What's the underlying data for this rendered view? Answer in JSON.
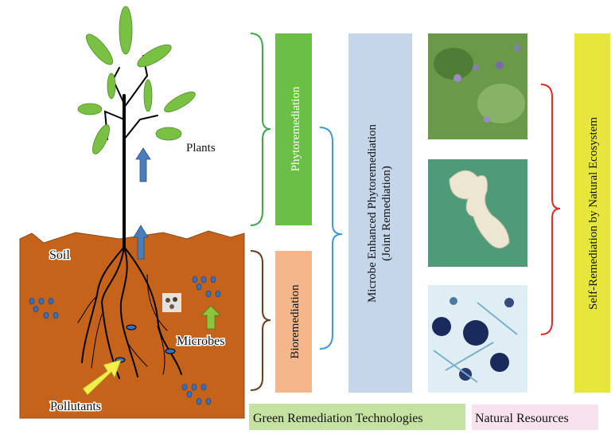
{
  "labels": {
    "plants": "Plants",
    "soil": "Soil",
    "microbes": "Microbes",
    "pollutants": "Pollutants",
    "phytoremediation": "Phytoremediation",
    "bioremediation": "Bioremediation",
    "joint_line1": "Microbe Enhanced Phytoremediation",
    "joint_line2": "(Joint Remediation)",
    "self_remediation": "Self-Remediation by Natural Ecosystem",
    "green_tech": "Green Remediation Technologies",
    "natural_resources": "Natural Resources"
  },
  "colors": {
    "soil": "#c5631b",
    "phyto_box": "#6cbf46",
    "bio_box": "#f5b68c",
    "joint_box": "#c6d6ea",
    "self_box": "#e6e63c",
    "green_tech_bg": "#c6e2a2",
    "natural_bg": "#f7e2ee",
    "leaf": "#7ac143",
    "arrow_blue": "#4a7ebb",
    "arrow_green": "#8cc63f",
    "arrow_yellow": "#f2ef4a"
  }
}
